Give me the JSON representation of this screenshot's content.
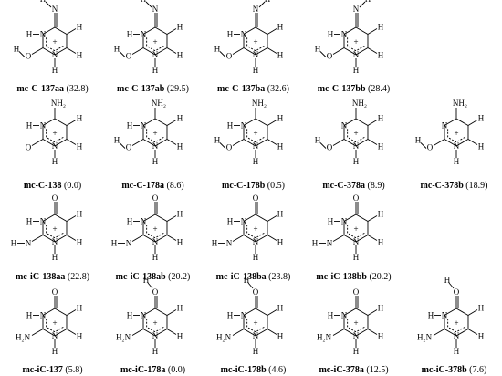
{
  "rows": [
    [
      {
        "kind": "iminoA",
        "label": "mc-C-137aa",
        "value": "(32.8)"
      },
      {
        "kind": "iminoA",
        "label": "mc-C-137ab",
        "value": "(29.5)"
      },
      {
        "kind": "iminoB",
        "label": "mc-C-137ba",
        "value": "(32.6)"
      },
      {
        "kind": "iminoB",
        "label": "mc-C-137bb",
        "value": "(28.4)"
      }
    ],
    [
      {
        "kind": "amino138",
        "label": "mc-C-138",
        "value": "(0.0)"
      },
      {
        "kind": "amino178a",
        "label": "mc-C-178a",
        "value": "(8.6)"
      },
      {
        "kind": "amino178b",
        "label": "mc-C-178b",
        "value": "(0.5)"
      },
      {
        "kind": "amino378a",
        "label": "mc-C-378a",
        "value": "(8.9)"
      },
      {
        "kind": "amino378b",
        "label": "mc-C-378b",
        "value": "(18.9)"
      }
    ],
    [
      {
        "kind": "iso138",
        "label": "mc-iC-138aa",
        "value": "(22.8)"
      },
      {
        "kind": "iso138",
        "label": "mc-iC-138ab",
        "value": "(20.2)"
      },
      {
        "kind": "iso138b",
        "label": "mc-iC-138ba",
        "value": "(23.8)"
      },
      {
        "kind": "iso138b",
        "label": "mc-iC-138bb",
        "value": "(20.2)"
      }
    ],
    [
      {
        "kind": "iso137",
        "label": "mc-iC-137",
        "value": "(5.8)"
      },
      {
        "kind": "iso178a",
        "label": "mc-iC-178a",
        "value": "(0.0)"
      },
      {
        "kind": "iso178b",
        "label": "mc-iC-178b",
        "value": "(4.6)"
      },
      {
        "kind": "iso378a",
        "label": "mc-iC-378a",
        "value": "(12.5)"
      },
      {
        "kind": "iso378b",
        "label": "mc-iC-378b",
        "value": "(7.6)"
      }
    ]
  ],
  "atoms": {
    "H": "H",
    "N": "N",
    "O": "O",
    "NH2": "NH₂",
    "H2N": "H₂N",
    "plus": "+"
  }
}
